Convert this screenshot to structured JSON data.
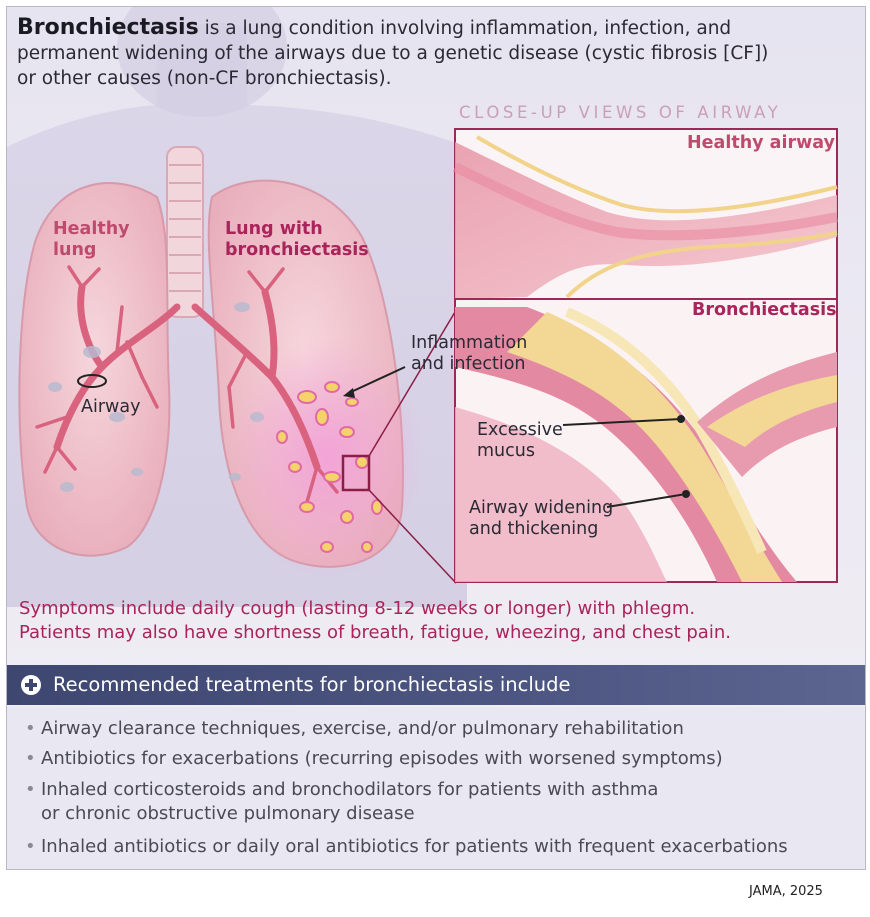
{
  "intro": {
    "term": "Bronchiectasis",
    "line1": " is a lung condition involving inflammation, infection, and",
    "line2": "permanent widening of the airways due to a genetic disease (cystic fibrosis [CF])",
    "line3": "or other causes (non-CF bronchiectasis)."
  },
  "closeup": {
    "title": "CLOSE-UP VIEWS OF AIRWAY",
    "healthy_label": "Healthy airway",
    "bronchiectasis_label": "Bronchiectasis",
    "mucus_label_1": "Excessive",
    "mucus_label_2": "mucus",
    "widening_label_1": "Airway widening",
    "widening_label_2": "and thickening"
  },
  "lungs": {
    "healthy_label_1": "Healthy",
    "healthy_label_2": "lung",
    "diseased_label_1": "Lung with",
    "diseased_label_2": "bronchiectasis",
    "airway_label": "Airway",
    "inflammation_label_1": "Inflammation",
    "inflammation_label_2": "and infection"
  },
  "symptoms": {
    "line1": "Symptoms include daily cough (lasting 8-12 weeks or longer) with phlegm.",
    "line2": "Patients may also have shortness of breath, fatigue, wheezing, and chest pain."
  },
  "treatments": {
    "title": "Recommended treatments for bronchiectasis include",
    "items": [
      "Airway clearance techniques, exercise, and/or pulmonary rehabilitation",
      "Antibiotics for exacerbations (recurring episodes with worsened symptoms)",
      "Inhaled corticosteroids and bronchodilators for patients with asthma",
      "or chronic obstructive pulmonary disease",
      "Inhaled antibiotics or daily oral antibiotics for patients with frequent exacerbations"
    ],
    "bullet": "•"
  },
  "credit": "JAMA, 2025",
  "colors": {
    "accent_magenta": "#a8245a",
    "label_pink": "#c04a6e",
    "bar_navy": "#3e4770"
  }
}
